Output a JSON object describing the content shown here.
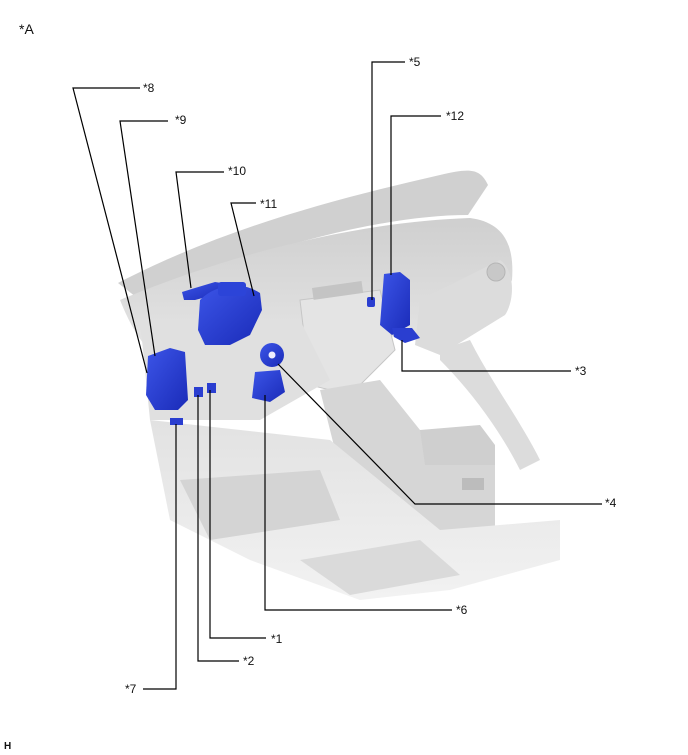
{
  "figure": {
    "view_label": "*A",
    "footer_code": "H",
    "colors": {
      "component_highlight": "#2233cc",
      "component_highlight_light": "#3c55e8",
      "vehicle_body": "#d9d9d9",
      "vehicle_shadow": "#bdbdbd",
      "leader_line": "#000000"
    }
  },
  "callouts": [
    {
      "id": "1",
      "label": "*1"
    },
    {
      "id": "2",
      "label": "*2"
    },
    {
      "id": "3",
      "label": "*3"
    },
    {
      "id": "4",
      "label": "*4"
    },
    {
      "id": "5",
      "label": "*5"
    },
    {
      "id": "6",
      "label": "*6"
    },
    {
      "id": "7",
      "label": "*7"
    },
    {
      "id": "8",
      "label": "*8"
    },
    {
      "id": "9",
      "label": "*9"
    },
    {
      "id": "10",
      "label": "*10"
    },
    {
      "id": "11",
      "label": "*11"
    },
    {
      "id": "12",
      "label": "*12"
    }
  ]
}
